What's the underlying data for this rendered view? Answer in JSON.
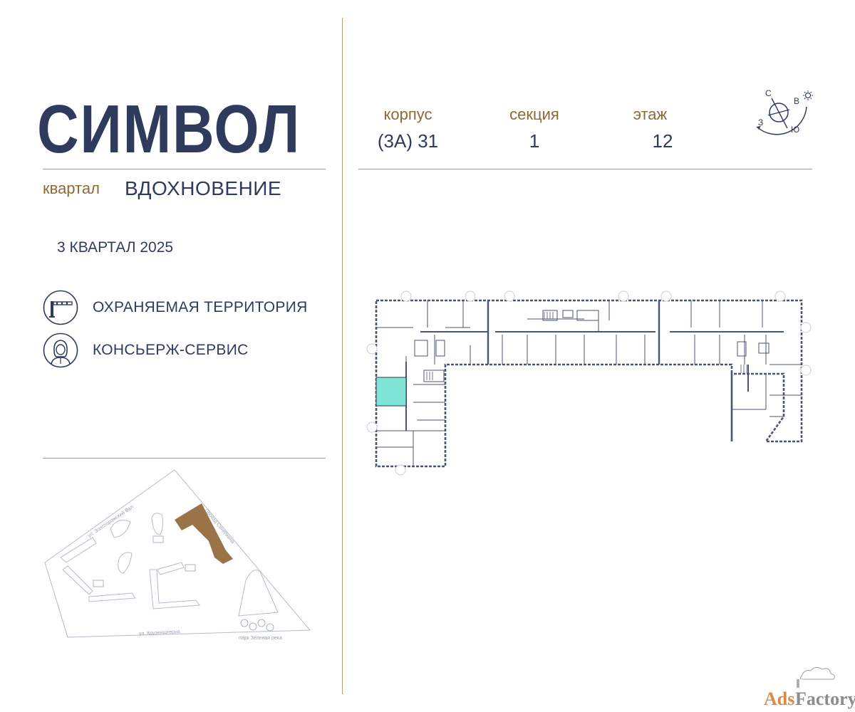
{
  "brand": {
    "logo_text": "СИМВОЛ",
    "kvartal_label": "квартал",
    "kvartal_name": "ВДОХНОВЕНИЕ",
    "delivery": "3 КВАРТАЛ 2025"
  },
  "features": [
    {
      "icon": "barrier-gate-icon",
      "label": "ОХРАНЯЕМАЯ ТЕРРИТОРИЯ"
    },
    {
      "icon": "concierge-icon",
      "label": "КОНСЬЕРЖ-СЕРВИС"
    }
  ],
  "header": {
    "korpus_label": "корпус",
    "korpus_value": "(3А) 31",
    "sekciya_label": "секция",
    "sekciya_value": "1",
    "etazh_label": "этаж",
    "etazh_value": "12"
  },
  "compass": {
    "north": "С",
    "east": "В",
    "south": "Ю",
    "west": "З"
  },
  "site_plan": {
    "street_top": "ул. Золоторожский Вал",
    "street_right": "Проезд Синелкина",
    "street_bottom": "ул. Крузенштерна",
    "park": "парк Зеленая река"
  },
  "watermark": {
    "part1": "Ads",
    "part2": "Factory"
  },
  "colors": {
    "navy": "#2f3b5c",
    "gold": "#8c6a35",
    "rule": "#b49a68",
    "apartment_highlight": "#7fe3d6",
    "building_highlight": "#9a7448"
  }
}
